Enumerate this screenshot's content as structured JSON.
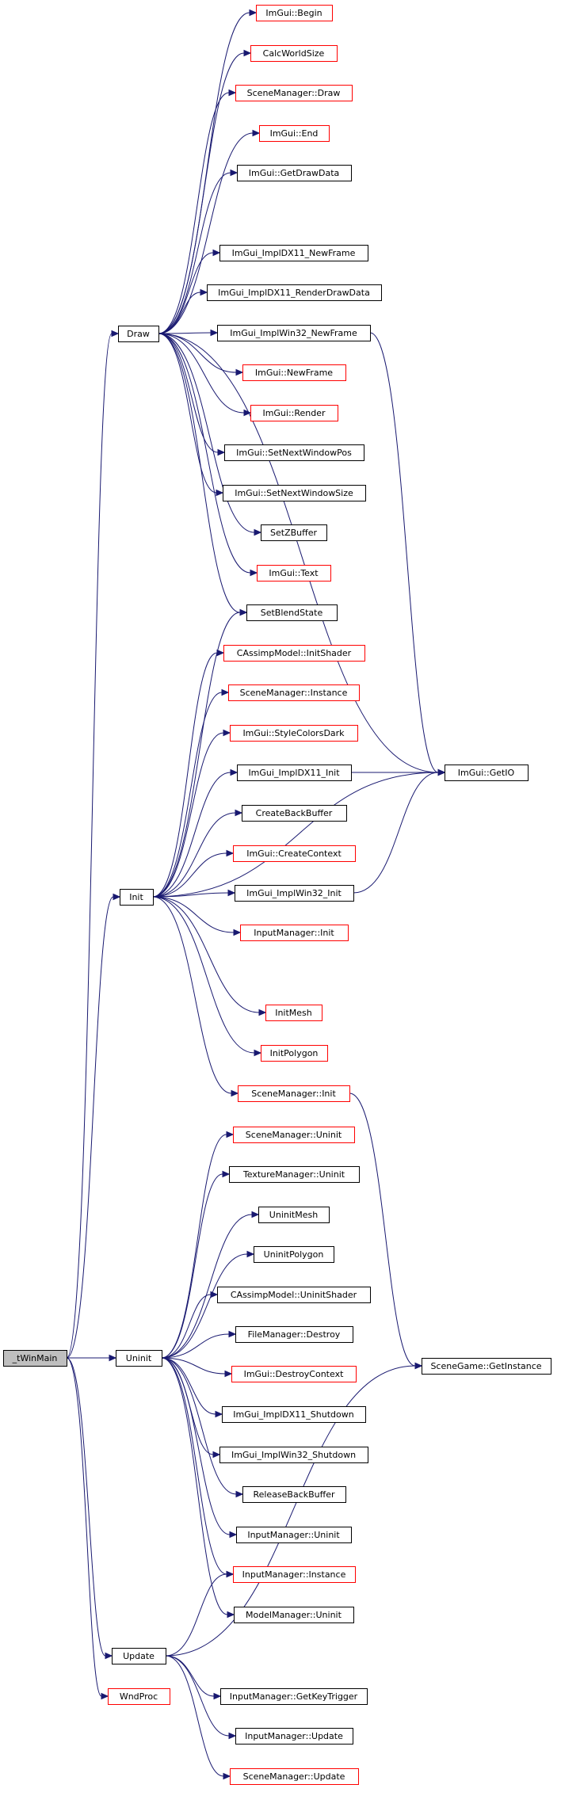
{
  "colors": {
    "edge": "#191970",
    "node_border_normal": "#000000",
    "node_border_undocumented": "#ff0000",
    "root_fill": "#bfbfbf",
    "node_fill": "#ffffff"
  },
  "nodes": {
    "twinmain": {
      "label": "_tWinMain",
      "style": "root"
    },
    "draw": {
      "label": "Draw",
      "style": "normal"
    },
    "init": {
      "label": "Init",
      "style": "normal"
    },
    "uninit": {
      "label": "Uninit",
      "style": "normal"
    },
    "update": {
      "label": "Update",
      "style": "normal"
    },
    "wndproc": {
      "label": "WndProc",
      "style": "red"
    },
    "imgui_begin": {
      "label": "ImGui::Begin",
      "style": "red"
    },
    "calcworldsize": {
      "label": "CalcWorldSize",
      "style": "red"
    },
    "scenemanager_draw": {
      "label": "SceneManager::Draw",
      "style": "red"
    },
    "imgui_end": {
      "label": "ImGui::End",
      "style": "red"
    },
    "imgui_getdrawdata": {
      "label": "ImGui::GetDrawData",
      "style": "normal"
    },
    "imgui_impldx11_newframe": {
      "label": "ImGui_ImplDX11_NewFrame",
      "style": "normal"
    },
    "imgui_impldx11_renderdrawdata": {
      "label": "ImGui_ImplDX11_RenderDrawData",
      "style": "normal"
    },
    "imgui_implwin32_newframe": {
      "label": "ImGui_ImplWin32_NewFrame",
      "style": "normal"
    },
    "imgui_newframe": {
      "label": "ImGui::NewFrame",
      "style": "red"
    },
    "imgui_render": {
      "label": "ImGui::Render",
      "style": "red"
    },
    "imgui_setnextwindowpos": {
      "label": "ImGui::SetNextWindowPos",
      "style": "normal"
    },
    "imgui_setnextwindowsize": {
      "label": "ImGui::SetNextWindowSize",
      "style": "normal"
    },
    "setzbuffer": {
      "label": "SetZBuffer",
      "style": "normal"
    },
    "imgui_text": {
      "label": "ImGui::Text",
      "style": "red"
    },
    "setblendstate": {
      "label": "SetBlendState",
      "style": "normal"
    },
    "cassimpmodel_initshader": {
      "label": "CAssimpModel::InitShader",
      "style": "red"
    },
    "scenemanager_instance": {
      "label": "SceneManager::Instance",
      "style": "red"
    },
    "imgui_stylecolorsdark": {
      "label": "ImGui::StyleColorsDark",
      "style": "red"
    },
    "imgui_impldx11_init": {
      "label": "ImGui_ImplDX11_Init",
      "style": "normal"
    },
    "createbackbuffer": {
      "label": "CreateBackBuffer",
      "style": "normal"
    },
    "imgui_createcontext": {
      "label": "ImGui::CreateContext",
      "style": "red"
    },
    "imgui_implwin32_init": {
      "label": "ImGui_ImplWin32_Init",
      "style": "normal"
    },
    "inputmanager_init": {
      "label": "InputManager::Init",
      "style": "red"
    },
    "initmesh": {
      "label": "InitMesh",
      "style": "red"
    },
    "initpolygon": {
      "label": "InitPolygon",
      "style": "red"
    },
    "scenemanager_init": {
      "label": "SceneManager::Init",
      "style": "red"
    },
    "imgui_getio": {
      "label": "ImGui::GetIO",
      "style": "normal"
    },
    "scenemanager_uninit": {
      "label": "SceneManager::Uninit",
      "style": "red"
    },
    "texturemanager_uninit": {
      "label": "TextureManager::Uninit",
      "style": "normal"
    },
    "uninitmesh": {
      "label": "UninitMesh",
      "style": "normal"
    },
    "uninitpolygon": {
      "label": "UninitPolygon",
      "style": "normal"
    },
    "cassimpmodel_uninitshader": {
      "label": "CAssimpModel::UninitShader",
      "style": "normal"
    },
    "filemanager_destroy": {
      "label": "FileManager::Destroy",
      "style": "normal"
    },
    "imgui_destroycontext": {
      "label": "ImGui::DestroyContext",
      "style": "red"
    },
    "imgui_impldx11_shutdown": {
      "label": "ImGui_ImplDX11_Shutdown",
      "style": "normal"
    },
    "imgui_implwin32_shutdown": {
      "label": "ImGui_ImplWin32_Shutdown",
      "style": "normal"
    },
    "releasebackbuffer": {
      "label": "ReleaseBackBuffer",
      "style": "normal"
    },
    "inputmanager_uninit": {
      "label": "InputManager::Uninit",
      "style": "normal"
    },
    "inputmanager_instance": {
      "label": "InputManager::Instance",
      "style": "red"
    },
    "modelmanager_uninit": {
      "label": "ModelManager::Uninit",
      "style": "normal"
    },
    "scenegame_getinstance": {
      "label": "SceneGame::GetInstance",
      "style": "normal"
    },
    "inputmanager_getkeytrigger": {
      "label": "InputManager::GetKeyTrigger",
      "style": "normal"
    },
    "inputmanager_update": {
      "label": "InputManager::Update",
      "style": "normal"
    },
    "scenemanager_update": {
      "label": "SceneManager::Update",
      "style": "red"
    }
  },
  "edges": [
    [
      "twinmain",
      "draw"
    ],
    [
      "twinmain",
      "init"
    ],
    [
      "twinmain",
      "uninit"
    ],
    [
      "twinmain",
      "update"
    ],
    [
      "twinmain",
      "wndproc"
    ],
    [
      "draw",
      "imgui_begin"
    ],
    [
      "draw",
      "calcworldsize"
    ],
    [
      "draw",
      "scenemanager_draw"
    ],
    [
      "draw",
      "imgui_end"
    ],
    [
      "draw",
      "imgui_getdrawdata"
    ],
    [
      "draw",
      "imgui_getio"
    ],
    [
      "draw",
      "imgui_impldx11_newframe"
    ],
    [
      "draw",
      "imgui_impldx11_renderdrawdata"
    ],
    [
      "draw",
      "imgui_implwin32_newframe"
    ],
    [
      "draw",
      "imgui_newframe"
    ],
    [
      "draw",
      "imgui_render"
    ],
    [
      "draw",
      "imgui_setnextwindowpos"
    ],
    [
      "draw",
      "imgui_setnextwindowsize"
    ],
    [
      "draw",
      "setzbuffer"
    ],
    [
      "draw",
      "imgui_text"
    ],
    [
      "draw",
      "setblendstate"
    ],
    [
      "imgui_implwin32_newframe",
      "imgui_getio"
    ],
    [
      "init",
      "setblendstate"
    ],
    [
      "init",
      "cassimpmodel_initshader"
    ],
    [
      "init",
      "scenemanager_instance"
    ],
    [
      "init",
      "imgui_stylecolorsdark"
    ],
    [
      "init",
      "imgui_impldx11_init"
    ],
    [
      "init",
      "createbackbuffer"
    ],
    [
      "init",
      "imgui_createcontext"
    ],
    [
      "init",
      "imgui_implwin32_init"
    ],
    [
      "init",
      "inputmanager_init"
    ],
    [
      "init",
      "imgui_getio"
    ],
    [
      "init",
      "initmesh"
    ],
    [
      "init",
      "initpolygon"
    ],
    [
      "init",
      "scenemanager_init"
    ],
    [
      "imgui_impldx11_init",
      "imgui_getio"
    ],
    [
      "imgui_implwin32_init",
      "imgui_getio"
    ],
    [
      "scenemanager_init",
      "scenegame_getinstance"
    ],
    [
      "uninit",
      "scenemanager_uninit"
    ],
    [
      "uninit",
      "texturemanager_uninit"
    ],
    [
      "uninit",
      "uninitmesh"
    ],
    [
      "uninit",
      "uninitpolygon"
    ],
    [
      "uninit",
      "cassimpmodel_uninitshader"
    ],
    [
      "uninit",
      "filemanager_destroy"
    ],
    [
      "uninit",
      "imgui_destroycontext"
    ],
    [
      "uninit",
      "imgui_impldx11_shutdown"
    ],
    [
      "uninit",
      "imgui_implwin32_shutdown"
    ],
    [
      "uninit",
      "releasebackbuffer"
    ],
    [
      "uninit",
      "inputmanager_uninit"
    ],
    [
      "uninit",
      "inputmanager_instance"
    ],
    [
      "uninit",
      "modelmanager_uninit"
    ],
    [
      "update",
      "inputmanager_instance"
    ],
    [
      "update",
      "scenegame_getinstance"
    ],
    [
      "update",
      "inputmanager_getkeytrigger"
    ],
    [
      "update",
      "inputmanager_update"
    ],
    [
      "update",
      "scenemanager_update"
    ]
  ]
}
